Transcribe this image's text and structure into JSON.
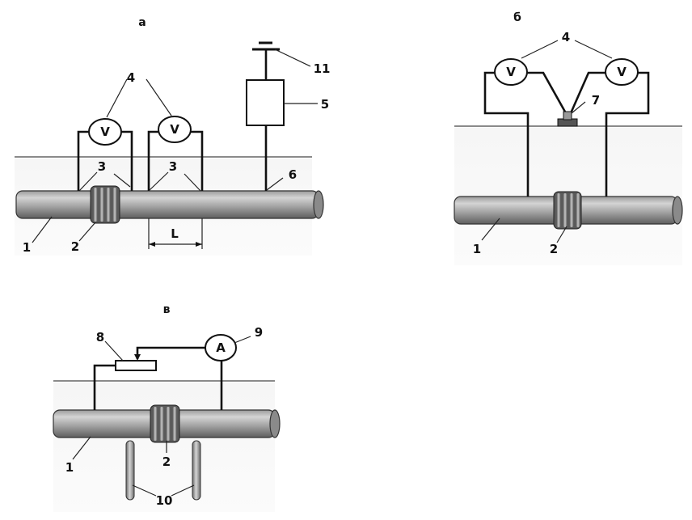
{
  "panels": {
    "a": {
      "title": "а",
      "labels": {
        "pipe": "1",
        "coupling": "2",
        "contacts_left": "3",
        "contacts_right": "3",
        "voltmeters": "4",
        "box": "5",
        "lead": "6",
        "rod": "11",
        "span": "L"
      },
      "meters": [
        "V",
        "V"
      ]
    },
    "b": {
      "title": "б",
      "labels": {
        "pipe": "1",
        "coupling": "2",
        "voltmeters": "4",
        "electrode": "7"
      },
      "meters": [
        "V",
        "V"
      ]
    },
    "c": {
      "title": "в",
      "labels": {
        "pipe": "1",
        "coupling": "2",
        "rheostat": "8",
        "ammeter": "9",
        "electrodes": "10"
      },
      "meters": [
        "A"
      ]
    }
  },
  "colors": {
    "pipe_light": "#d4d4d4",
    "pipe_dark": "#5e5e5e",
    "soil": "#f3f3f3",
    "line": "#111111"
  }
}
